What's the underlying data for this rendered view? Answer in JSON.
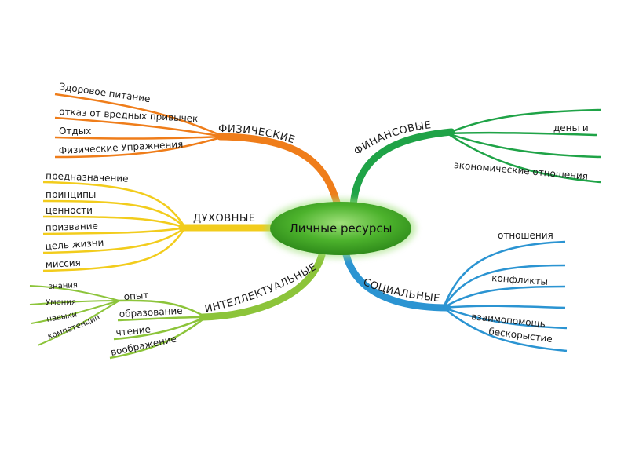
{
  "center": {
    "label": "Личные ресурсы"
  },
  "colors": {
    "physical": "#ef7d1a",
    "financial": "#1fa347",
    "spiritual": "#f2cc1c",
    "social": "#2b94d2",
    "intellectual": "#8cc43a",
    "center_fill": "#3a9a22",
    "center_glow": "#9fe07a"
  },
  "branches": {
    "physical": {
      "label": "ФИЗИЧЕСКИЕ",
      "items": [
        "Здоровое питание",
        "отказ от вредных привычек",
        "Отдых",
        "Физические Упражнения"
      ]
    },
    "financial": {
      "label": "ФИНАНСОВЫЕ",
      "items": [
        "деньги",
        "экономические отношения"
      ]
    },
    "spiritual": {
      "label": "ДУХОВНЫЕ",
      "items": [
        "предназначение",
        "принципы",
        "ценности",
        "призвание",
        "цель жизни",
        "миссия"
      ]
    },
    "social": {
      "label": "СОЦИАЛЬНЫЕ",
      "items": [
        "отношения",
        "конфликты",
        "взаимопомощь",
        "бескорыстие"
      ]
    },
    "intellectual": {
      "label": "ИНТЕЛЛЕКТУАЛЬНЫЕ",
      "items": [
        "опыт",
        "образование",
        "чтение",
        "воображение"
      ],
      "sub_items": [
        "знания",
        "Умения",
        "навыки",
        "компетенции"
      ]
    }
  }
}
